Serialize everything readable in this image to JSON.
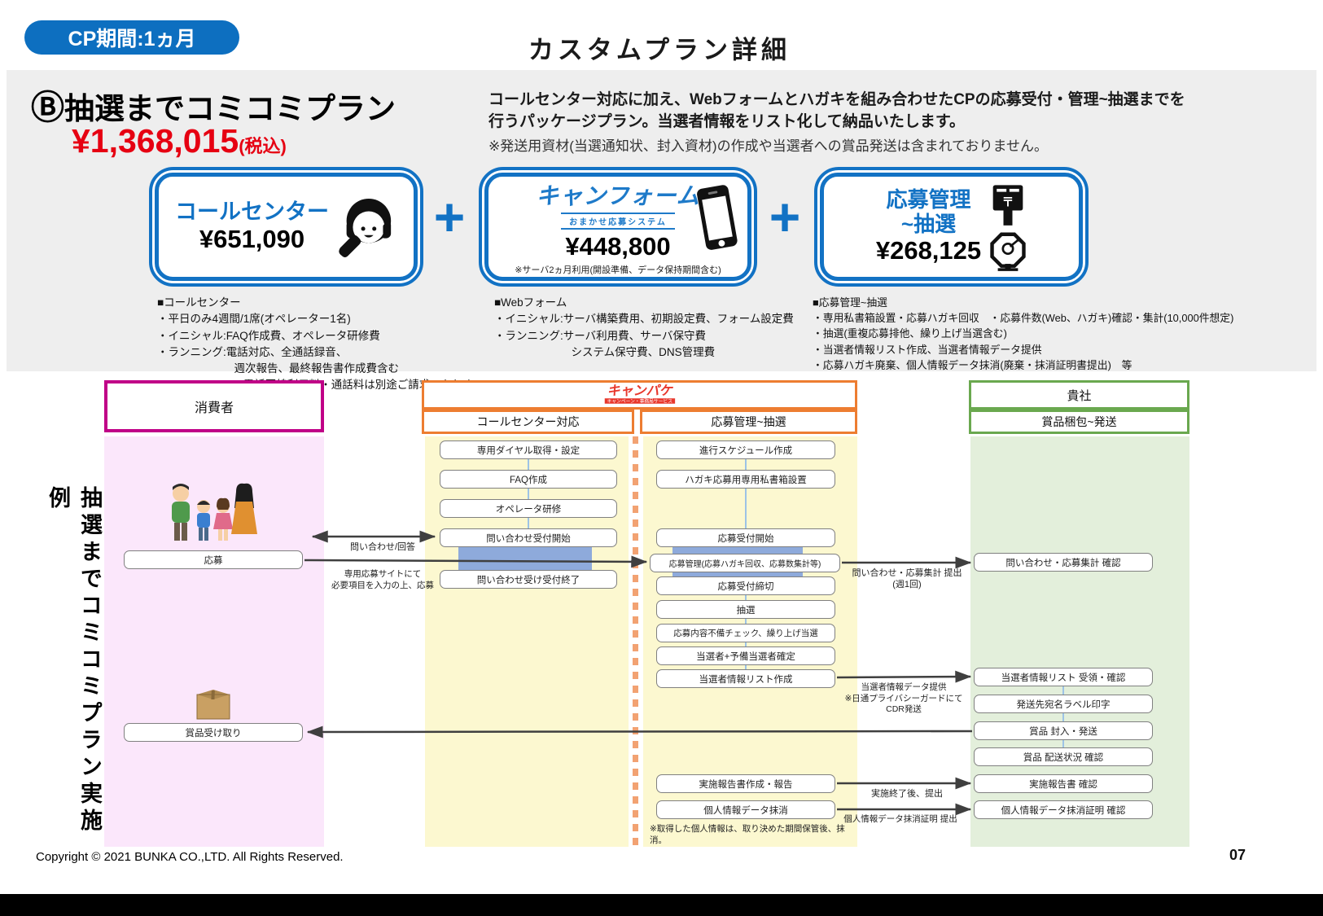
{
  "header": {
    "badge": "CP期間:1ヵ月",
    "title": "カスタムプラン詳細"
  },
  "plan": {
    "prefix": "Ⓑ",
    "name": "抽選までコミコミプラン",
    "price": "¥1,368,015",
    "tax_note": "(税込)",
    "description": "コールセンター対応に加え、Webフォームとハガキを組み合わせたCPの応募受付・管理~抽選までを\n行うパッケージプラン。当選者情報をリスト化して納品いたします。",
    "disclaimer": "※発送用資材(当選通知状、封入資材)の作成や当選者への賞品発送は含まれておりません。"
  },
  "components": {
    "plus": "+",
    "callcenter": {
      "name": "コールセンター",
      "price": "¥651,090"
    },
    "canform": {
      "name": "キャンフォーム",
      "subtitle": "おまかせ応募システム",
      "price": "¥448,800",
      "note": "※サーバ2ヵ月利用(開設準備、データ保持期間含む)"
    },
    "oubo": {
      "name": "応募管理\n~抽選",
      "price": "¥268,125"
    }
  },
  "details": {
    "callcenter": "■コールセンター\n・平日のみ4週間/1席(オペレーター1名)\n・イニシャル:FAQ作成費、オペレータ研修費\n・ランニング:電話対応、全通話録音、\n　　　　　　　週次報告、最終報告書作成費含む\n　　　　　　　※電話回線利用料・通話料は別途ご請求いたします",
    "webform": "■Webフォーム\n・イニシャル:サーバ構築費用、初期設定費、フォーム設定費\n・ランニング:サーバ利用費、サーバ保守費\n　　　　　　　システム保守費、DNS管理費",
    "oubo": "■応募管理~抽選\n・専用私書箱設置・応募ハガキ回収　・応募件数(Web、ハガキ)確認・集計(10,000件想定)\n・抽選(重複応募排他、繰り上げ当選含む)\n・当選者情報リスト作成、当選者情報データ提供\n・応募ハガキ廃棄、個人情報データ抹消(廃棄・抹消証明書提出)　等"
  },
  "flow": {
    "side_label": "抽選までコミコミプラン実施例",
    "lanes": {
      "consumer": "消費者",
      "campake_logo": "キャンパケ",
      "campake_sub": "キャンペーン・事務局サービス",
      "callcenter": "コールセンター対応",
      "kanri": "応募管理~抽選",
      "client": "貴社",
      "shipping": "賞品梱包~発送"
    },
    "consumer_boxes": [
      "応募",
      "賞品受け取り"
    ],
    "callcenter_boxes": [
      "専用ダイヤル取得・設定",
      "FAQ作成",
      "オペレータ研修",
      "問い合わせ受付開始",
      "問い合わせ受け受付終了"
    ],
    "kanri_boxes": [
      "進行スケジュール作成",
      "ハガキ応募用専用私書箱設置",
      "応募受付開始",
      "応募管理(応募ハガキ回収、応募数集計等)",
      "応募受付締切",
      "抽選",
      "応募内容不備チェック、繰り上げ当選",
      "当選者+予備当選者確定",
      "当選者情報リスト作成",
      "実施報告書作成・報告",
      "個人情報データ抹消"
    ],
    "client_boxes": [
      "問い合わせ・応募集計 確認",
      "当選者情報リスト 受領・確認",
      "発送先宛名ラベル印字",
      "賞品 封入・発送",
      "賞品 配送状況 確認",
      "実施報告書 確認",
      "個人情報データ抹消証明 確認"
    ],
    "labels": {
      "inquiry": "問い合わせ/回答",
      "apply": "専用応募サイトにて\n必要項目を入力の上、応募",
      "weekly": "問い合わせ・応募集計 提出\n(週1回)",
      "winner_data": "当選者情報データ提供\n※日通プライバシーガードにて\nCDR発送",
      "report": "実施終了後、提出",
      "erasure": "個人情報データ抹消証明 提出",
      "privacy_note": "※取得した個人情報は、取り決めた期間保管後、抹消。"
    }
  },
  "footer": {
    "copyright": "Copyright © 2021 BUNKA CO.,LTD. All Rights Reserved.",
    "page_number": "07"
  },
  "colors": {
    "accent_blue": "#1272c4",
    "price_red": "#e60012",
    "magenta": "#c00087",
    "orange": "#ed7d31",
    "green": "#6aa84f",
    "bar_blue": "#8eaadb"
  }
}
